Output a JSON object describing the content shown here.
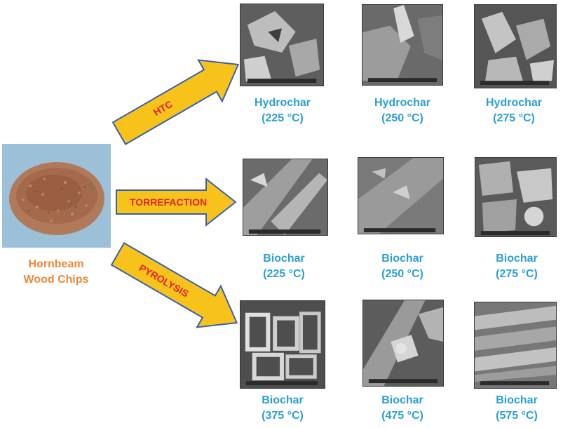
{
  "source": {
    "line1": "Hornbeam",
    "line2": "Wood Chips"
  },
  "arrows": [
    {
      "label": "HTC"
    },
    {
      "label": "TORREFACTION"
    },
    {
      "label": "PYROLYSIS"
    }
  ],
  "rows": [
    {
      "items": [
        {
          "name": "Hydrochar",
          "temp": "(225 °C)"
        },
        {
          "name": "Hydrochar",
          "temp": "(250 °C)"
        },
        {
          "name": "Hydrochar",
          "temp": "(275 °C)"
        }
      ]
    },
    {
      "items": [
        {
          "name": "Biochar",
          "temp": "(225 °C)"
        },
        {
          "name": "Biochar",
          "temp": "(250 °C)"
        },
        {
          "name": "Biochar",
          "temp": "(275 °C)"
        }
      ]
    },
    {
      "items": [
        {
          "name": "Biochar",
          "temp": "(375 °C)"
        },
        {
          "name": "Biochar",
          "temp": "(475 °C)"
        },
        {
          "name": "Biochar",
          "temp": "(575 °C)"
        }
      ]
    }
  ],
  "colors": {
    "arrow_fill": "#f7c31b",
    "arrow_stroke": "#3a5fb0",
    "arrow_text": "#e4232b",
    "caption": "#2a9fd6",
    "source_label": "#f0883a"
  }
}
